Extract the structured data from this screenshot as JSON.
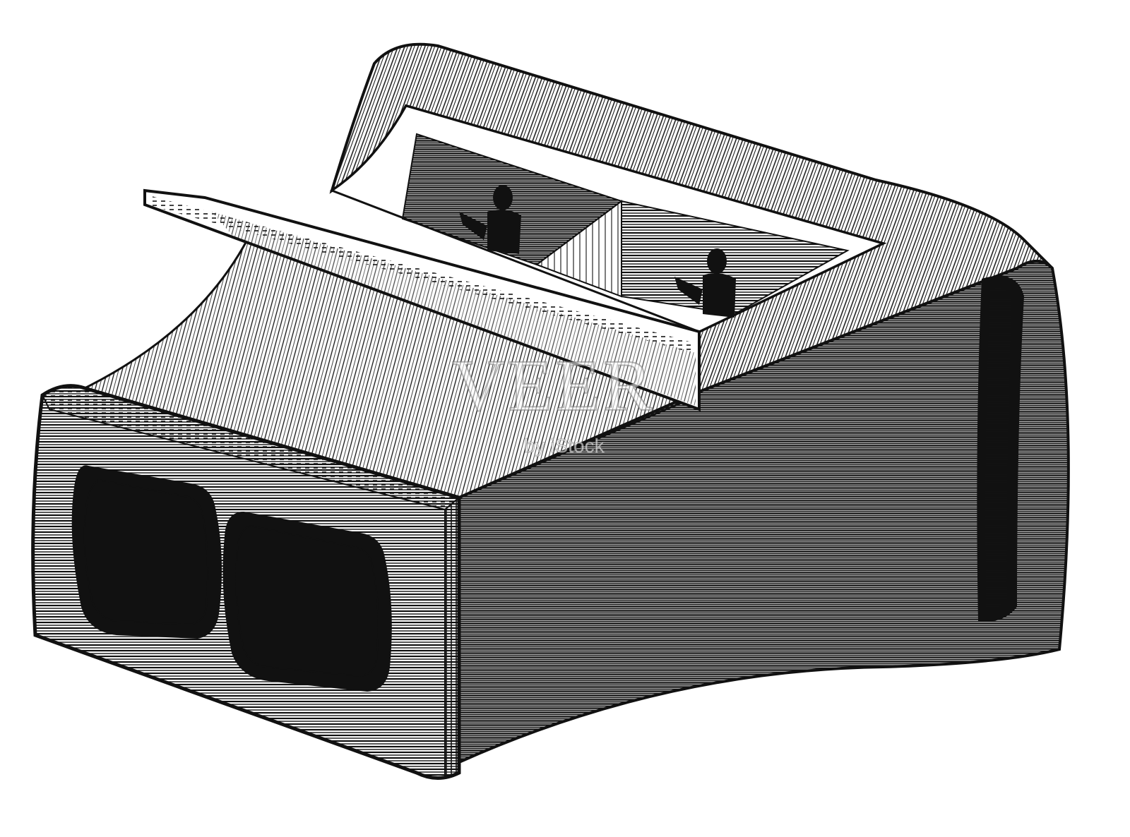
{
  "illustration": {
    "subject": "stereoscope-viewer",
    "style": "engraving",
    "ink_color": "#111111",
    "paper_color": "#ffffff"
  },
  "watermark": {
    "main": "VEER",
    "sub": "by iStock",
    "stroke_color": "#8a8a8a"
  }
}
